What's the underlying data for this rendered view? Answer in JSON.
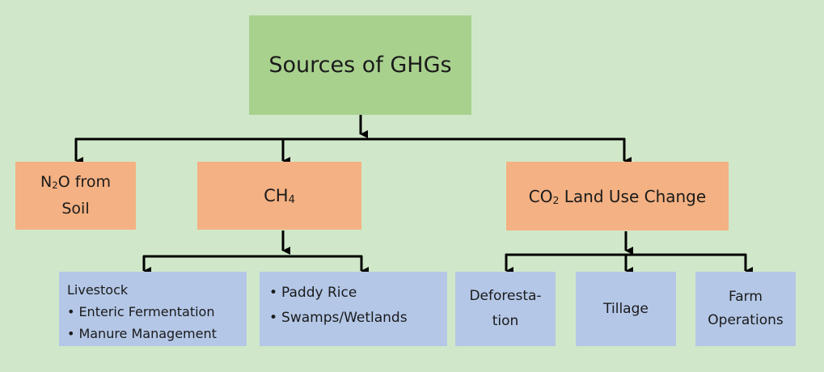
{
  "root": {
    "label": "Sources of GHGs"
  },
  "level1": {
    "n2o": {
      "formula": "N",
      "subscript": "2",
      "rest": "O from",
      "line2": "Soil"
    },
    "ch4": {
      "formula": "CH",
      "subscript": "4"
    },
    "co2": {
      "formula": "CO",
      "subscript": "2",
      "rest": " Land Use Change"
    }
  },
  "level2": {
    "livestock": {
      "heading": "Livestock",
      "items": [
        "Enteric Fermentation",
        "Manure Management"
      ]
    },
    "paddy": {
      "items": [
        "Paddy Rice",
        "Swamps/Wetlands"
      ]
    },
    "deforestation": {
      "line1": "Deforesta-",
      "line2": "tion"
    },
    "tillage": {
      "label": "Tillage"
    },
    "farm": {
      "line1": "Farm",
      "line2": "Operations"
    }
  },
  "colors": {
    "background": "#d0e8c9",
    "root_fill": "#a9d18e",
    "gas_fill": "#f4b183",
    "source_fill": "#b4c7e7",
    "connector": "#000000"
  }
}
